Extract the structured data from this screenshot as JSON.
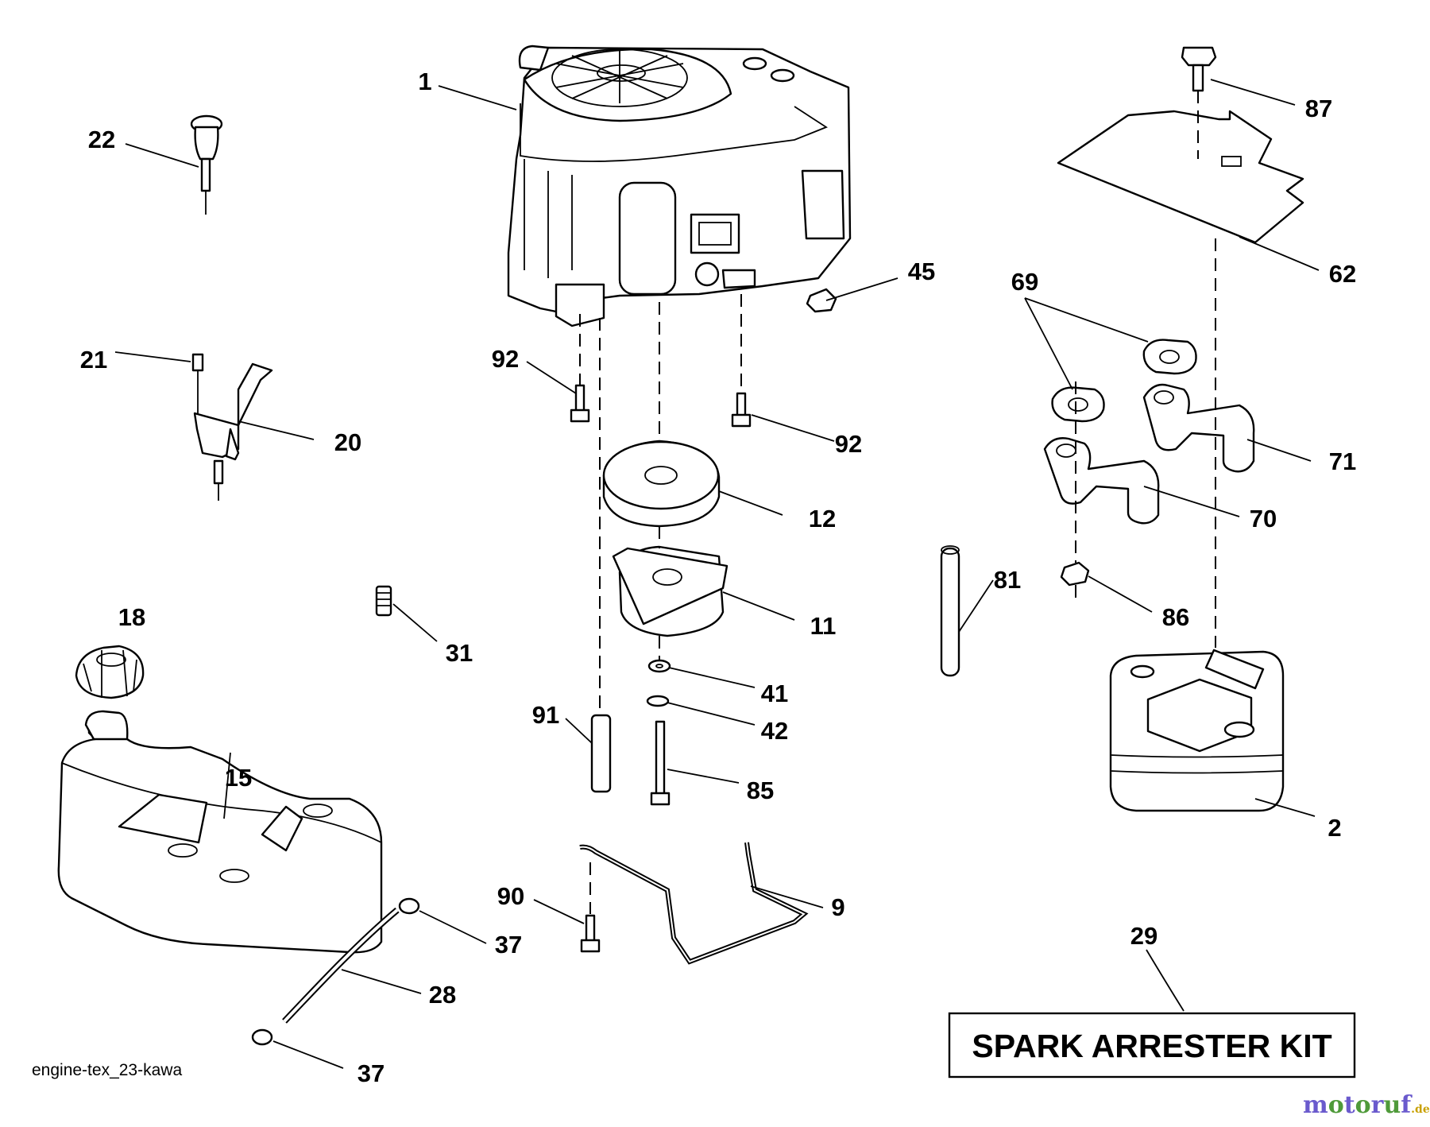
{
  "diagram": {
    "caption": "engine-tex_23-kawa",
    "kit_label": "SPARK ARRESTER KIT",
    "watermark": {
      "main": "motoruf",
      "suffix": ".de",
      "colors": [
        "#6a5acd",
        "#4f9a3a",
        "#c8a000"
      ]
    },
    "callouts": [
      "1",
      "22",
      "21",
      "20",
      "92",
      "92",
      "45",
      "87",
      "62",
      "69",
      "71",
      "70",
      "12",
      "11",
      "31",
      "18",
      "15",
      "41",
      "42",
      "91",
      "85",
      "81",
      "86",
      "2",
      "90",
      "9",
      "37",
      "28",
      "37",
      "29"
    ]
  }
}
